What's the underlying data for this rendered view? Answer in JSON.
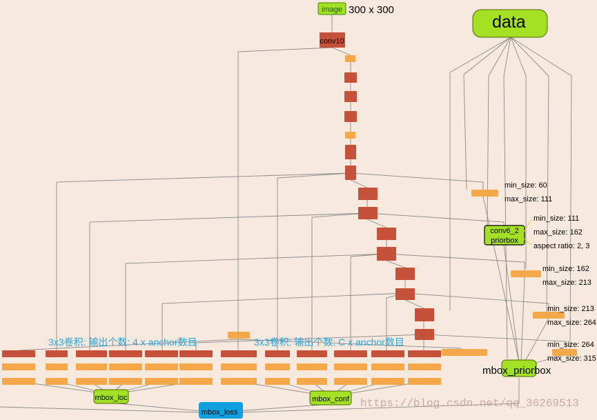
{
  "top_label": {
    "image": "image",
    "size": "300 x 300",
    "conv": "conv10"
  },
  "data_node": "data",
  "priorbox_labels": {
    "c6": "conv6_2",
    "pb": "priorbox"
  },
  "annotations": {
    "min60": "min_size: 60",
    "max111a": "max_size: 111",
    "min111": "min_size: 111",
    "max162a": "max_size: 162",
    "aspect": "aspect ratio: 2, 3",
    "min162": "min_size: 162",
    "max213a": "max_size: 213",
    "min213": "min_size: 213",
    "max264a": "max_size: 264",
    "min264": "min_size: 264",
    "max315": "max_size: 315",
    "conv_loc": "3x3卷积: 输出个数: 4 x anchor数目",
    "conv_conf": "3x3卷积: 输出个数: C x anchor数目"
  },
  "outputs": {
    "loc": "mbox_loc",
    "conf": "mbox_conf",
    "prior": "mbox_priorbox",
    "loss": "mbox_loss"
  },
  "watermark": "https://blog.csdn.net/qq_36269513",
  "colors": {
    "background": "#f8e9de",
    "conv": "#c6513a",
    "small": "#f4a84a",
    "green": "#a4e024",
    "blue": "#0fa0e0",
    "edge": "#8a8a8a"
  }
}
